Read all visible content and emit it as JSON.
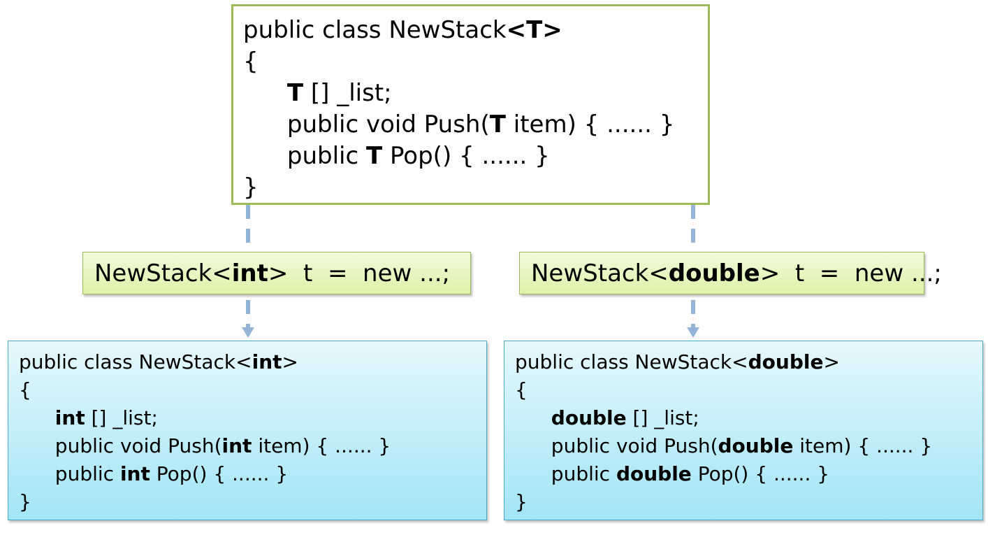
{
  "generic": {
    "line1_prefix": "public class NewStack",
    "line1_param": "<T>",
    "open_brace": "{",
    "field_type": "T",
    "field_rest": " [] _list;",
    "push_prefix": "public void Push(",
    "push_type": "T",
    "push_rest": " item) { ...... }",
    "pop_prefix": "public ",
    "pop_type": "T",
    "pop_rest": " Pop() { ...... }",
    "close_brace": "}"
  },
  "declarations": {
    "int": {
      "prefix": "NewStack<",
      "type": "int",
      "suffix": ">  t  =  new ...;"
    },
    "double": {
      "prefix": "NewStack<",
      "type": "double",
      "suffix": ">  t  =  new ...;"
    }
  },
  "concrete": {
    "int": {
      "line1_prefix": "public class NewStack<",
      "type": "int",
      "line1_suffix": ">",
      "open_brace": "{",
      "field_rest": " [] _list;",
      "push_prefix": "public void Push(",
      "push_rest": " item) { ...... }",
      "pop_prefix": "public ",
      "pop_rest": " Pop() { ...... }",
      "close_brace": "}"
    },
    "double": {
      "line1_prefix": "public class NewStack<",
      "type": "double",
      "line1_suffix": ">",
      "open_brace": "{",
      "field_rest": " [] _list;",
      "push_prefix": "public void Push(",
      "push_rest": " item) { ...... }",
      "pop_prefix": "public ",
      "pop_rest": " Pop() { ...... }",
      "close_brace": "}"
    }
  },
  "colors": {
    "generic_border": "#9bbb59",
    "decl_border": "#9bbb59",
    "concrete_border": "#4bacc6",
    "connector": "#95b3d7"
  }
}
